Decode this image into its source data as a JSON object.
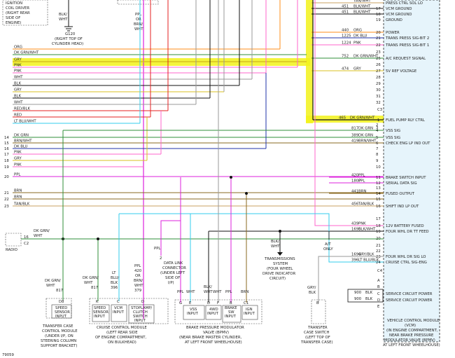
{
  "figure_number": "79059",
  "ignition": {
    "lines": [
      "IGNITION",
      "COIL DRIVER",
      "(RIGHT REAR",
      "SIDE OF",
      "ENGINE)"
    ]
  },
  "ground_g120": {
    "wire": [
      "BLK/",
      "WHT"
    ],
    "id": "G120",
    "loc": [
      "(RIGHT TOP OF",
      "CYLINDER HEAD)"
    ]
  },
  "top_wire_ppl": [
    "PPL",
    "OR",
    "BRN/",
    "WHT"
  ],
  "left_wires": [
    {
      "label": "ORG",
      "pin": ""
    },
    {
      "label": "DK GRN/WHT",
      "pin": ""
    },
    {
      "label": "GRY",
      "pin": ""
    },
    {
      "label": "PNK",
      "pin": ""
    },
    {
      "label": "PNK",
      "pin": ""
    },
    {
      "label": "WHT",
      "pin": ""
    },
    {
      "label": "BLK",
      "pin": ""
    },
    {
      "label": "GRY",
      "pin": ""
    },
    {
      "label": "BLK",
      "pin": ""
    },
    {
      "label": "WHT",
      "pin": ""
    },
    {
      "label": "RED/BLK",
      "pin": ""
    },
    {
      "label": "RED",
      "pin": ""
    },
    {
      "label": "LT BLU/WHT",
      "pin": ""
    },
    {
      "label": "DK GRN",
      "pin": "14"
    },
    {
      "label": "BRN/WHT",
      "pin": "15"
    },
    {
      "label": "DK BLU",
      "pin": "16"
    },
    {
      "label": "PNK",
      "pin": "17"
    },
    {
      "label": "GRY",
      "pin": "18"
    },
    {
      "label": "PNK",
      "pin": "19"
    },
    {
      "label": "PPL",
      "pin": "20"
    },
    {
      "label": "BRN",
      "pin": "21"
    },
    {
      "label": "BRN",
      "pin": "22"
    },
    {
      "label": "TAN/BLK",
      "pin": "23"
    }
  ],
  "vcm_upper": [
    {
      "circ": "",
      "color": "TAN/WHT",
      "pin": "",
      "func": "PRESS CTRL SOL LO"
    },
    {
      "circ": "451",
      "color": "BLK/WHT",
      "pin": "17",
      "func": "VCM GROUND"
    },
    {
      "circ": "451",
      "color": "BLK/WHT",
      "pin": "18",
      "func": "VCM GROUND"
    },
    {
      "circ": "",
      "color": "",
      "pin": "19",
      "func": "GROUND"
    },
    {
      "circ": "440",
      "color": "ORG",
      "pin": "20",
      "func": "POWER"
    },
    {
      "circ": "1225",
      "color": "DK BLU",
      "pin": "21",
      "func": "TRANS PRESS SIG-BIT 2"
    },
    {
      "circ": "1224",
      "color": "PNK",
      "pin": "22",
      "func": "TRANS PRESS SIG-BIT 1"
    },
    {
      "circ": "",
      "color": "",
      "pin": "23",
      "func": ""
    },
    {
      "circ": "752",
      "color": "DK GRN/WHT",
      "pin": "25",
      "func": "A/C REQUEST SIGNAL"
    },
    {
      "circ": "",
      "color": "",
      "pin": "26",
      "func": ""
    },
    {
      "circ": "474",
      "color": "GRY",
      "pin": "27",
      "func": "5V REF VOLTAGE"
    },
    {
      "circ": "",
      "color": "",
      "pin": "28",
      "func": ""
    },
    {
      "circ": "",
      "color": "",
      "pin": "29",
      "func": ""
    },
    {
      "circ": "",
      "color": "",
      "pin": "30",
      "func": ""
    },
    {
      "circ": "",
      "color": "",
      "pin": "31",
      "func": ""
    },
    {
      "circ": "",
      "color": "",
      "pin": "32",
      "func": ""
    }
  ],
  "c3": "C3",
  "fuel_pump": {
    "circ": "465",
    "color": "DK GRN/WHT",
    "pin": "1",
    "func": "FUEL PUMP RLY CTRL"
  },
  "vcm_mid": [
    {
      "circ": "",
      "color": "",
      "pin": "2",
      "func": ""
    },
    {
      "circ": "",
      "color": "",
      "pin": "3",
      "func": ""
    },
    {
      "circ": "817",
      "color": "DK GRN",
      "pin": "4",
      "func": "VSS SIG"
    },
    {
      "circ": "389",
      "color": "DK GRN",
      "pin": "5",
      "func": "VSS SIG"
    },
    {
      "circ": "419",
      "color": "BRN/WHT",
      "pin": "6",
      "func": "CHECK ENG LP IND OUT"
    },
    {
      "circ": "",
      "color": "",
      "pin": "7",
      "func": ""
    },
    {
      "circ": "",
      "color": "",
      "pin": "8",
      "func": ""
    },
    {
      "circ": "",
      "color": "",
      "pin": "9",
      "func": ""
    },
    {
      "circ": "",
      "color": "",
      "pin": "10",
      "func": ""
    },
    {
      "circ": "420",
      "color": "PPL",
      "pin": "11",
      "func": "BRAKE SWITCH INPUT"
    },
    {
      "circ": "1807",
      "color": "PPL",
      "pin": "12",
      "func": "SERIAL DATA SIG"
    },
    {
      "circ": "",
      "color": "",
      "pin": "13",
      "func": ""
    },
    {
      "circ": "441",
      "color": "BRN",
      "pin": "14",
      "func": "FUSED OUTPUT"
    },
    {
      "circ": "",
      "color": "",
      "pin": "15",
      "func": ""
    },
    {
      "circ": "456",
      "color": "TAN/BLK",
      "pin": "16",
      "func": "SHIFT IND LP OUT"
    },
    {
      "circ": "",
      "color": "",
      "pin": "17",
      "func": ""
    },
    {
      "circ": "439",
      "color": "PNK",
      "pin": "18",
      "func": "12V BATTERY FUSED"
    },
    {
      "circ": "1695",
      "color": "BLK/WHT",
      "pin": "19",
      "func": "FOUR WHL DR TT FEED"
    },
    {
      "circ": "",
      "color": "",
      "pin": "20",
      "func": ""
    },
    {
      "circ": "",
      "color": "",
      "pin": "21",
      "func": ""
    },
    {
      "circ": "",
      "color": "",
      "pin": "22",
      "func": ""
    },
    {
      "circ": "1694",
      "color": "GRY/BLK",
      "pin": "23",
      "func": "FOUR WHL DR SIG LO"
    },
    {
      "circ": "396",
      "color": "LT BLU/BLK",
      "pin": "24",
      "func": "CRUISE CTRL SIG-ENG"
    }
  ],
  "c4": "C4",
  "vcm_bottom": [
    {
      "pin": "A",
      "func": ""
    },
    {
      "pin": "B",
      "func": ""
    },
    {
      "circ": "900",
      "color": "BLK",
      "pin": "C",
      "func": "SERVICE CIRCUIT POWER"
    },
    {
      "circ": "900",
      "color": "BLK",
      "pin": "D",
      "func": "SERVICE CIRCUIT POWER"
    },
    {
      "pin": "E",
      "func": ""
    }
  ],
  "vcm_label": [
    "VEHICLE CONTROL MODULE",
    "(VCM)",
    "(IN ENGINE COMPARTMENT,",
    "NEAR BRAKE PRESSURE",
    "MODULATOR VALVE (BPMV)",
    "AT LEFT FRONT WHEELHOUSE)"
  ],
  "radio": {
    "wire": [
      "DK GRN/",
      "WHT"
    ],
    "pin": "16",
    "conn": "C2",
    "label": "RADIO"
  },
  "transfer_case_module": {
    "wire": [
      "DK GRN/",
      "WHT",
      "817"
    ],
    "pin": "D8",
    "box": [
      "SPEED",
      "SENSOR",
      "INPUT"
    ],
    "label": [
      "TRANSFER CASE",
      "CONTROL MODULE",
      "(UNDER I/P, ON",
      "STEERING COLUMN",
      "SUPPORT BRACKET)"
    ]
  },
  "cruise_module": {
    "wires": [
      {
        "lines": [
          "DK GRN/",
          "WHT",
          "817"
        ],
        "pin": "K"
      },
      {
        "lines": [
          "LT",
          "BLU/",
          "BLK",
          "396"
        ],
        "pin": "C"
      },
      {
        "lines": [
          "PPL",
          "420",
          "OR",
          "BRN/",
          "WHT",
          "379"
        ],
        "pin": "D"
      }
    ],
    "boxes": [
      [
        "SPEED",
        "SENSOR",
        "INPUT"
      ],
      [
        "VCM",
        "INPUT"
      ],
      [
        "STOPLAMP/",
        "CLUTCH",
        "SWITCH",
        "INPUT"
      ]
    ],
    "label": [
      "CRUISE CONTROL MODULE",
      "(LEFT REAR SIDE",
      "OF ENGINE COMPARTMENT,",
      "ON BULKHEAD)"
    ]
  },
  "dlc": {
    "wire": "PPL",
    "pin": "2",
    "label": [
      "DATA LINK",
      "CONNECTOR",
      "(UNDER LEFT",
      "SIDE OF",
      "I/P)"
    ]
  },
  "bpmv": {
    "wires": [
      {
        "lines": [
          "PPL"
        ],
        "pin": "G"
      },
      {
        "lines": [
          "WHT"
        ],
        "pin": "E"
      },
      {
        "lines": [
          "BLK/",
          "WHT"
        ],
        "pin": "D"
      },
      {
        "lines": [
          "WHT"
        ],
        "pin": "F"
      },
      {
        "lines": [
          "PPL"
        ],
        "pin": "B"
      },
      {
        "lines": [
          "BRN"
        ],
        "pin": "C1"
      }
    ],
    "boxes": [
      [
        "VSS",
        "INPUT"
      ],
      [
        "4WD",
        "INPUT"
      ],
      [
        "BRAKE",
        "SW",
        "INPUT"
      ],
      [
        "IGN",
        "INPUT"
      ]
    ],
    "label": [
      "BRAKE PRESSURE MODULATOR",
      "VALVE (BPMV)",
      "(NEAR BRAKE MASTER CYLINDER,",
      "AT LEFT FRONT WHEELHOUSE)"
    ]
  },
  "trans_system": {
    "wire": [
      "BLK/",
      "WHT"
    ],
    "label": [
      "TRANSMISSIONS",
      "SYSTEM",
      "(FOUR WHEEL",
      "DRIVE INDICATOR",
      "CIRCUIT)"
    ]
  },
  "at_note": [
    "A/T",
    "ONLY"
  ],
  "transfer_switch": {
    "wire": [
      "GRY/",
      "BLK"
    ],
    "pin": "B",
    "label": [
      "TRANSFER",
      "CASE SWITCH",
      "(LEFT TOP OF",
      "TRANSFER CASE)"
    ]
  },
  "colors": {
    "highlight": "#f2f21a",
    "orange": "#ff8c1a",
    "green_dk": "#2f8f3a",
    "yellow": "#d8c020",
    "pink": "#ff66cc",
    "gray": "#9a9a9a",
    "black": "#111111",
    "red": "#e62020",
    "lt_blue": "#33ccee",
    "dk_blue": "#2233aa",
    "brown": "#8a6a20",
    "tan": "#c8a060",
    "purple": "#dd22dd",
    "vcm_fill": "#e6f4fb"
  }
}
